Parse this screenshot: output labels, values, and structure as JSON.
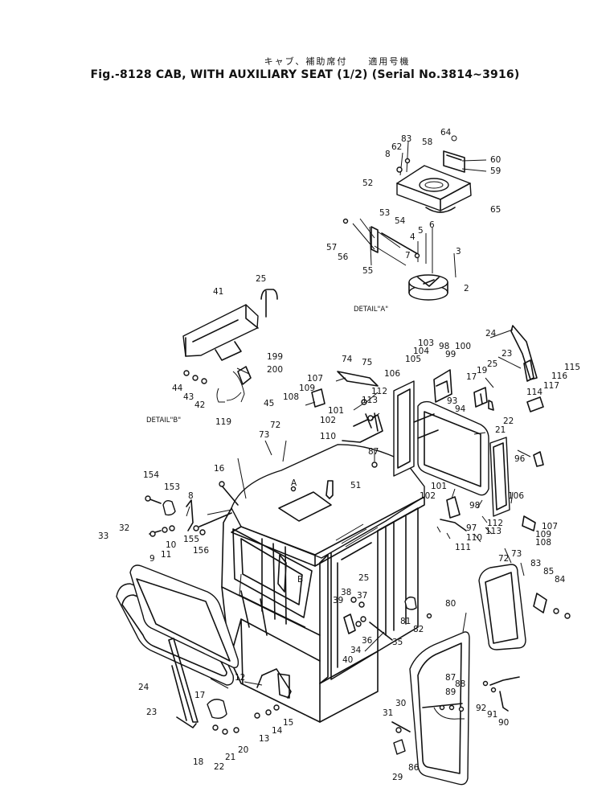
{
  "header": {
    "jp_line": "キャブ、補助席付　　適用号機",
    "title": "Fig.-8128 CAB, WITH AUXILIARY SEAT (1/2) (Serial No.3814~3916)"
  },
  "detail_labels": {
    "a": "DETAIL\"A\"",
    "b": "DETAIL\"B\"",
    "callout_a": "A",
    "callout_b": "B"
  },
  "part_labels": [
    "64",
    "83",
    "62",
    "58",
    "8",
    "60",
    "59",
    "52",
    "65",
    "53",
    "54",
    "6",
    "5",
    "4",
    "57",
    "56",
    "7",
    "55",
    "3",
    "2",
    "25",
    "41",
    "199",
    "200",
    "44",
    "43",
    "42",
    "45",
    "119",
    "24",
    "23",
    "115",
    "116",
    "117",
    "114",
    "17",
    "19",
    "25",
    "22",
    "21",
    "74",
    "75",
    "107",
    "109",
    "108",
    "106",
    "103",
    "104",
    "105",
    "98",
    "99",
    "100",
    "93",
    "94",
    "113",
    "112",
    "101",
    "102",
    "110",
    "96",
    "72",
    "73",
    "87",
    "16",
    "154",
    "153",
    "8",
    "155",
    "156",
    "10",
    "11",
    "9",
    "51",
    "106",
    "101",
    "102",
    "98",
    "97",
    "110",
    "111",
    "112",
    "113",
    "107",
    "109",
    "108",
    "33",
    "32",
    "24",
    "23",
    "17",
    "18",
    "22",
    "21",
    "20",
    "25",
    "38",
    "37",
    "39",
    "36",
    "34",
    "35",
    "40",
    "81",
    "82",
    "12",
    "13",
    "14",
    "15",
    "80",
    "72",
    "73",
    "83",
    "85",
    "84",
    "87",
    "88",
    "89",
    "31",
    "30",
    "29",
    "86",
    "92",
    "91",
    "90"
  ]
}
